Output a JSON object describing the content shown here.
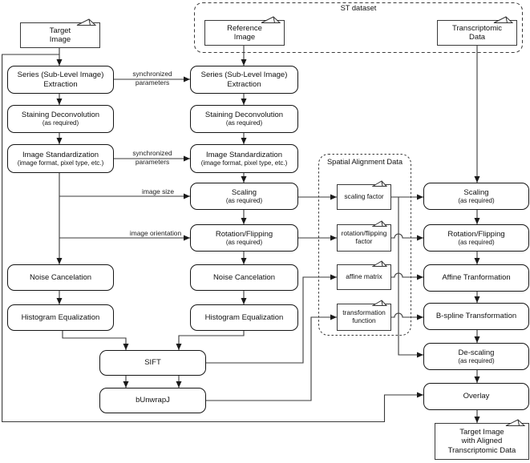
{
  "containers": {
    "st_dataset": {
      "label": "ST dataset"
    },
    "spatial_alignment": {
      "label": "Spatial Alignment Data"
    }
  },
  "documents": {
    "target_image": {
      "label": "Target\nImage"
    },
    "reference_image": {
      "label": "Reference\nImage"
    },
    "transcriptomic_data": {
      "label": "Transcriptomic\nData"
    },
    "scaling_factor": {
      "label": "scaling factor"
    },
    "rotation_flipping_factor": {
      "label": "rotation/flipping\nfactor"
    },
    "affine_matrix": {
      "label": "affine matrix"
    },
    "transformation_function": {
      "label": "transformation\nfunction"
    },
    "output": {
      "label": "Target Image\nwith Aligned\nTranscriptomic Data"
    }
  },
  "nodes": {
    "target_series": {
      "label": "Series (Sub-Level Image)\nExtraction"
    },
    "target_staining": {
      "label": "Staining Deconvolution",
      "sub": "(as required)"
    },
    "target_standardization": {
      "label": "Image Standardization",
      "sub": "(image format, pixel type, etc.)"
    },
    "target_noise": {
      "label": "Noise Cancelation"
    },
    "target_histogram": {
      "label": "Histogram Equalization"
    },
    "reference_series": {
      "label": "Series (Sub-Level Image)\nExtraction"
    },
    "reference_staining": {
      "label": "Staining Deconvolution",
      "sub": "(as required)"
    },
    "reference_standardization": {
      "label": "Image Standardization",
      "sub": "(image format, pixel type, etc.)"
    },
    "reference_scaling": {
      "label": "Scaling",
      "sub": "(as required)"
    },
    "reference_rotation": {
      "label": "Rotation/Flipping",
      "sub": "(as required)"
    },
    "reference_noise": {
      "label": "Noise Cancelation"
    },
    "reference_histogram": {
      "label": "Histogram Equalization"
    },
    "sift": {
      "label": "SIFT"
    },
    "bunwrapj": {
      "label": "bUnwrapJ"
    },
    "data_scaling": {
      "label": "Scaling",
      "sub": "(as required)"
    },
    "data_rotation": {
      "label": "Rotation/Flipping",
      "sub": "(as required)"
    },
    "data_affine": {
      "label": "Affine Tranformation"
    },
    "data_bspline": {
      "label": "B-spline Transformation"
    },
    "data_descaling": {
      "label": "De-scaling",
      "sub": "(as required)"
    },
    "data_overlay": {
      "label": "Overlay"
    }
  },
  "edge_labels": {
    "sync_series": "synchronized\nparameters",
    "sync_standardization": "synchronized\nparameters",
    "image_size": "image size",
    "image_orientation": "image orientation"
  },
  "colors": {
    "line": "#3a3a3a",
    "node_border": "#151515",
    "text": "#111111",
    "background": "#ffffff"
  }
}
